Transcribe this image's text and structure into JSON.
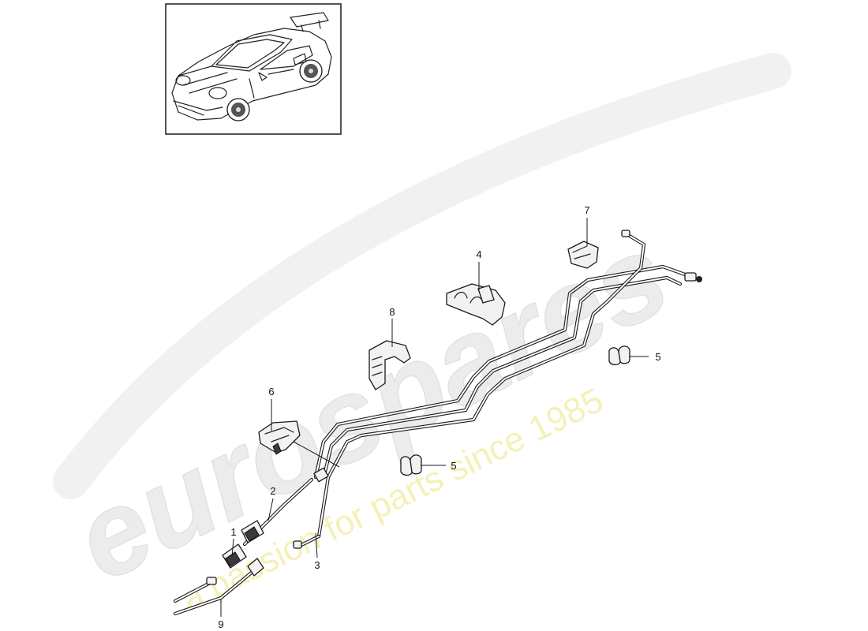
{
  "watermark": {
    "brand": "eurospares",
    "tagline": "a passion for parts since 1985"
  },
  "thumbnail": {
    "icon": "car-icon"
  },
  "callouts": {
    "c1": "1",
    "c2": "2",
    "c3": "3",
    "c4": "4",
    "c5a": "5",
    "c5b": "5",
    "c6": "6",
    "c7": "7",
    "c8": "8",
    "c9": "9"
  }
}
